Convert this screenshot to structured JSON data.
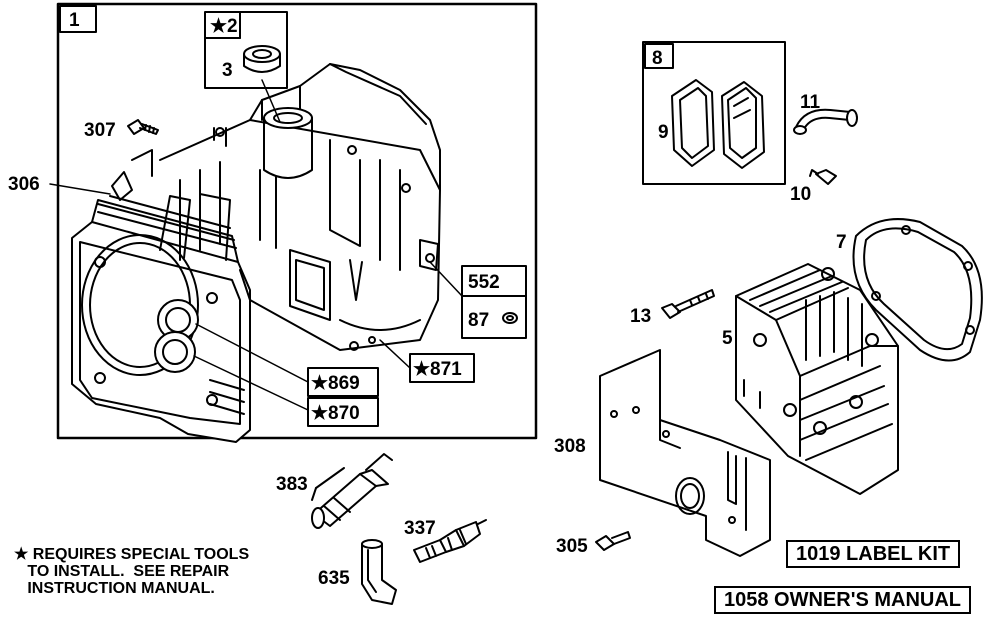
{
  "diagram": {
    "callouts": {
      "c1": "1",
      "c2": "★2",
      "c3": "3",
      "c306": "306",
      "c307": "307",
      "c8": "8",
      "c9": "9",
      "c11": "11",
      "c10": "10",
      "c7": "7",
      "c552": "552",
      "c87": "87",
      "c13": "13",
      "c5": "5",
      "c869": "★869",
      "c870": "★870",
      "c871": "★871",
      "c308": "308",
      "c383": "383",
      "c337": "337",
      "c635": "635",
      "c305": "305"
    },
    "note": "★ REQUIRES SPECIAL TOOLS\n   TO INSTALL.  SEE REPAIR\n   INSTRUCTION MANUAL.",
    "label_kit": "1019 LABEL KIT",
    "owners_manual": "1058 OWNER'S MANUAL"
  }
}
